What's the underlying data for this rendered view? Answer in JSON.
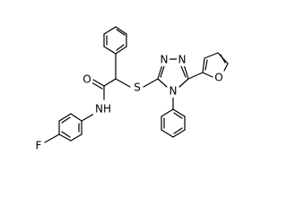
{
  "molecule": {
    "atom_labels": {
      "amide_o": "O",
      "amide_nh": "NH",
      "thioether_s": "S",
      "fluorine": "F",
      "triazole_n1": "N",
      "triazole_n2": "N",
      "triazole_n4": "N",
      "furan_o": "O"
    }
  }
}
